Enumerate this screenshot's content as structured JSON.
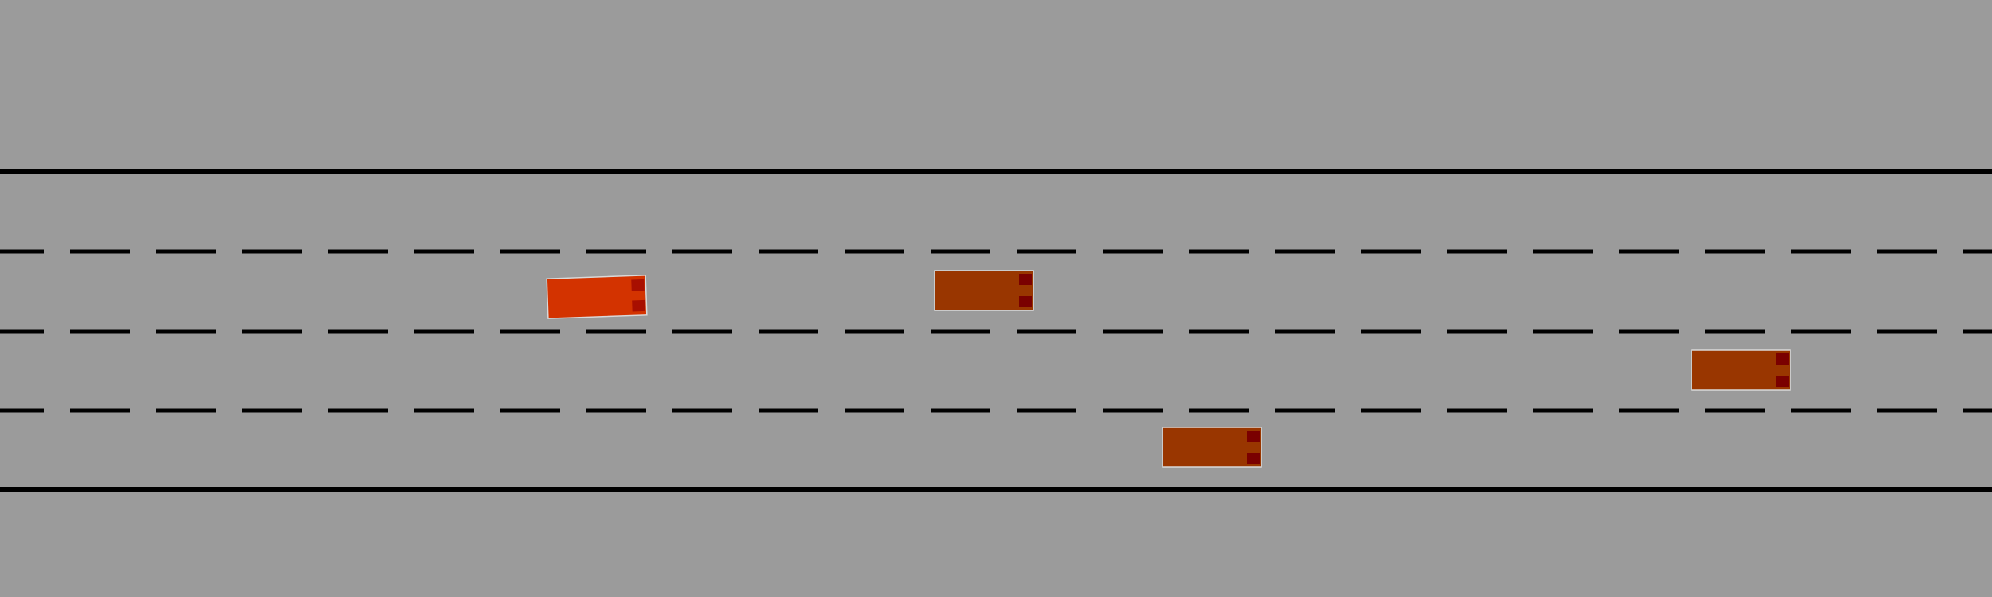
{
  "scene": {
    "type": "highway-driving-simulation",
    "view": "top-down",
    "lane_count": 4,
    "colors": {
      "background": "#9b9b9b",
      "road_edge": "#000000",
      "lane_divider": "#000000",
      "ego_vehicle": "#d33300",
      "other_vehicle": "#993600",
      "tail_light": "#7a0000",
      "vehicle_outline": "#d9d9d9"
    }
  },
  "ego_vehicle": {
    "lane": 2,
    "heading": "slightly-right-of-forward"
  },
  "other_vehicles": [
    {
      "id": "vehicle-1",
      "lane": 2
    },
    {
      "id": "vehicle-2",
      "lane": 3
    },
    {
      "id": "vehicle-3",
      "lane": 4
    }
  ]
}
